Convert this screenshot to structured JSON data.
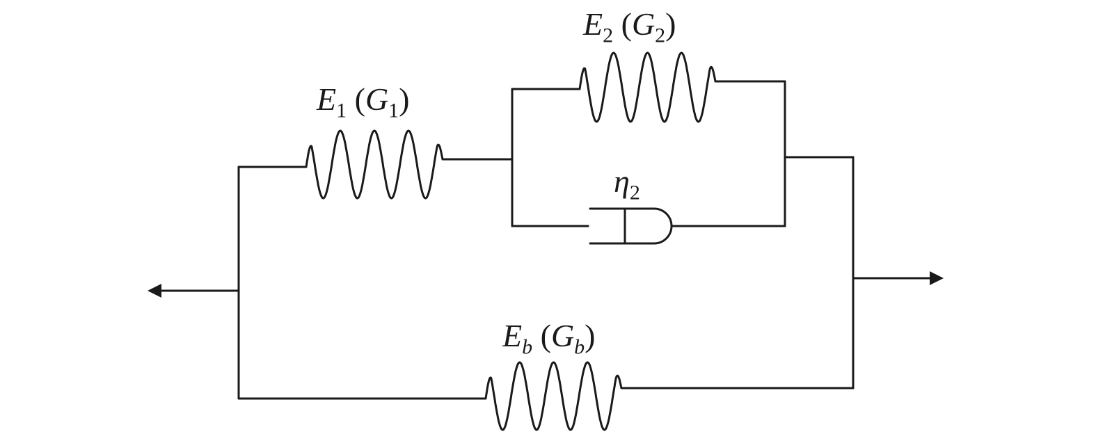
{
  "diagram": {
    "elements": [
      {
        "id": "E1",
        "symbol": "E",
        "sub": "1",
        "alt_symbol": "G",
        "alt_sub": "1"
      },
      {
        "id": "E2",
        "symbol": "E",
        "sub": "2",
        "alt_symbol": "G",
        "alt_sub": "2"
      },
      {
        "id": "eta2",
        "symbol": "η",
        "sub": "2"
      },
      {
        "id": "Eb",
        "symbol": "E",
        "sub": "b",
        "alt_symbol": "G",
        "alt_sub": "b"
      }
    ],
    "colors": {
      "stroke": "#1a1a1a",
      "background": "#ffffff"
    }
  }
}
